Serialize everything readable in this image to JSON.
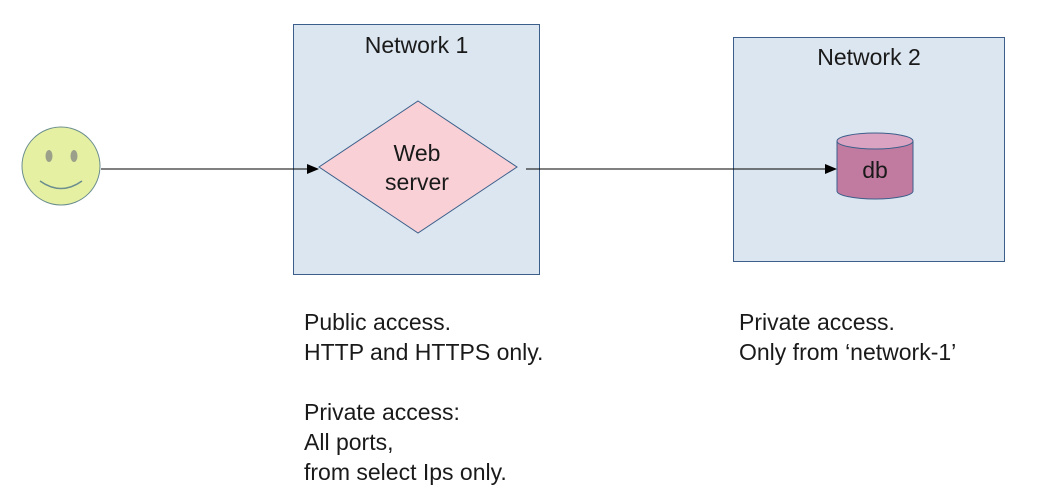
{
  "network1": {
    "title": "Network 1",
    "webserver": {
      "line1": "Web",
      "line2": "server"
    },
    "notes": [
      "Public access.",
      "HTTP and HTTPS only.",
      "",
      "Private access:",
      "All ports,",
      "from select Ips only."
    ]
  },
  "network2": {
    "title": "Network 2",
    "database": {
      "label": "db"
    },
    "notes": [
      "Private access.",
      "Only from ‘network-1’"
    ]
  },
  "user": {
    "icon": "smiley-face-icon"
  },
  "colors": {
    "network_fill": "#dce6f1",
    "network_border": "#3b5f8a",
    "webserver_fill": "#f8d0d6",
    "webserver_border": "#3b5f8a",
    "db_fill": "#c27ba0",
    "db_top": "#dba3c2",
    "smiley_fill": "#e6f0a3"
  }
}
